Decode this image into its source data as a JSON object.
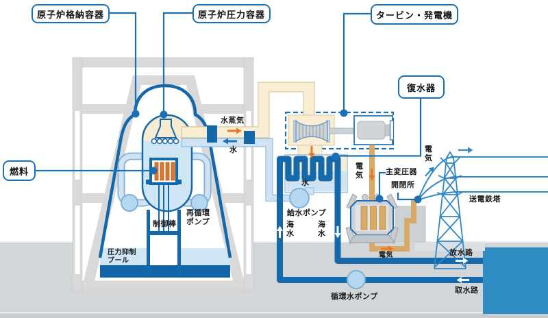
{
  "diagram": {
    "type": "nuclear-power-plant-schematic",
    "reactor_type": "BWR"
  },
  "callouts": [
    {
      "text": "原子炉格納容器"
    },
    {
      "text": "原子炉圧力容器"
    },
    {
      "text": "タービン・発電機"
    },
    {
      "text": "復水器"
    },
    {
      "text": "燃料"
    }
  ],
  "labels": {
    "steam": "水蒸気",
    "water": "水",
    "control_rods": "制御棒",
    "recirc_pump": "再循環\nポンプ",
    "suppression_pool": "圧力抑制\nプール",
    "condenser_water": "水",
    "feed_pump": "給水ポンプ",
    "seawater_up": "海水",
    "seawater_down": "海水",
    "electricity_gen": "電気",
    "main_transformer": "主変圧器",
    "switchyard": "開閉所",
    "electricity_tower": "電気",
    "transmission_tower": "送電鉄塔",
    "electricity_ground": "電気",
    "discharge_channel": "放水路",
    "intake_channel": "取水路",
    "circulating_pump": "循環水ポンプ"
  },
  "colors": {
    "accent_blue": "#1a6fb5",
    "pipe_blue": "#1568a9",
    "containment_blue": "#1467a8",
    "pool_dark_blue": "#1066a9",
    "light_blue_water": "#cfe3f2",
    "vessel_light_blue": "#cfe6f5",
    "steam_cream": "#f9eed3",
    "electric_tan": "#d9a967",
    "orange": "#e87a2a",
    "fuel_orange": "#d9772e",
    "structure_gray": "#d9d9d9",
    "ground_gray": "#d3d6d8",
    "sea_blue": "#2f8dc3",
    "tower_blue": "#2f87c8"
  }
}
